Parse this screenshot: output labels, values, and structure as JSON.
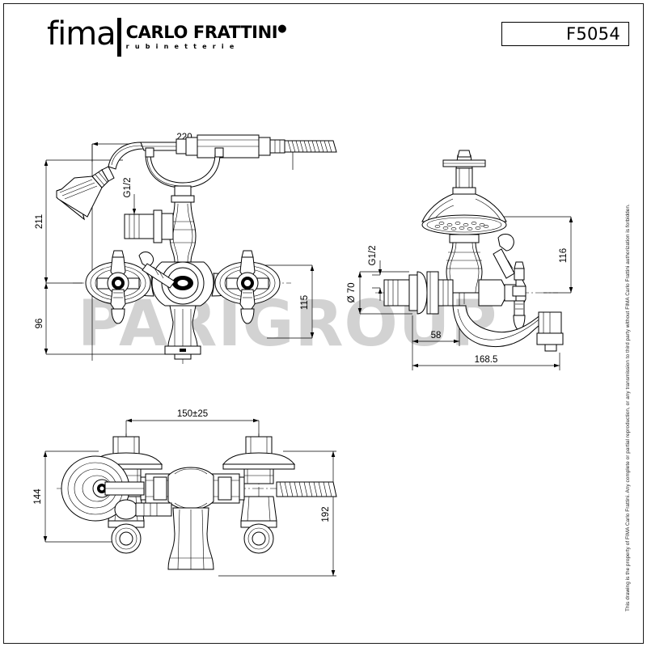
{
  "header": {
    "logo_primary": "fima",
    "logo_secondary": "CARLO FRATTINI",
    "logo_tagline": "rubinetterie",
    "product_code": "F5054"
  },
  "watermark": {
    "text": "PARIGROUP",
    "color": "#d2d2d2"
  },
  "copyright": {
    "text": "This drawing is the property of FIMA Carlo Frattini. Any complete or partial reproduction, or any transmission to third party without FIMA Carlo Frattini authorization is forbidden."
  },
  "drawings": {
    "front_view": {
      "name": "front-elevation",
      "dimensions": {
        "overall_width": "220",
        "overall_height": "211",
        "height_below_axis": "96",
        "handle_spread_height": "115",
        "inlet_thread": "G1/2"
      }
    },
    "side_view": {
      "name": "side-elevation",
      "dimensions": {
        "shower_height": "116",
        "flange_diameter": "Ø 70",
        "inlet_thread": "G1/2",
        "wall_to_body": "58",
        "overall_projection": "168.5"
      }
    },
    "top_view": {
      "name": "top-plan-view",
      "dimensions": {
        "centres_spread": "150±25",
        "depth_left": "144",
        "depth_right": "192"
      }
    }
  },
  "colors": {
    "line": "#000000",
    "background": "#ffffff",
    "watermark": "#d2d2d2",
    "frame": "#1a1a1a"
  }
}
